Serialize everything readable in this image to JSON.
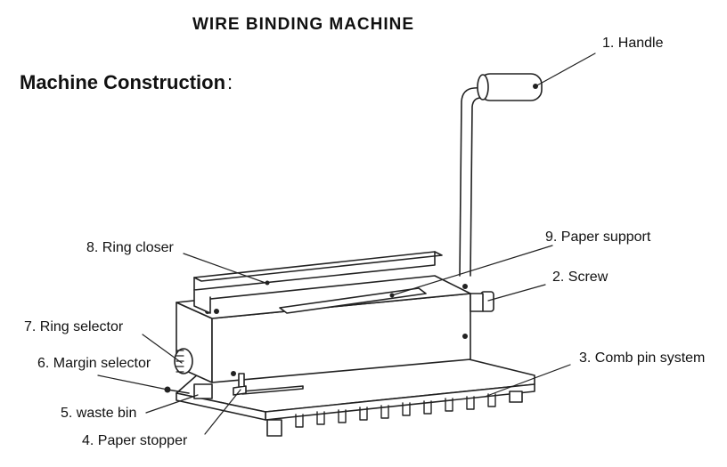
{
  "title": "WIRE BINDING MACHINE",
  "subtitle": "Machine Construction",
  "subtitle_suffix": ":",
  "labels": {
    "handle": "1. Handle",
    "screw": "2. Screw",
    "comb_pin_system": "3. Comb pin system",
    "paper_stopper": "4. Paper stopper",
    "waste_bin": "5. waste bin",
    "margin_selector": "6. Margin selector",
    "ring_selector": "7. Ring selector",
    "ring_closer": "8. Ring closer",
    "paper_support": "9. Paper support"
  }
}
